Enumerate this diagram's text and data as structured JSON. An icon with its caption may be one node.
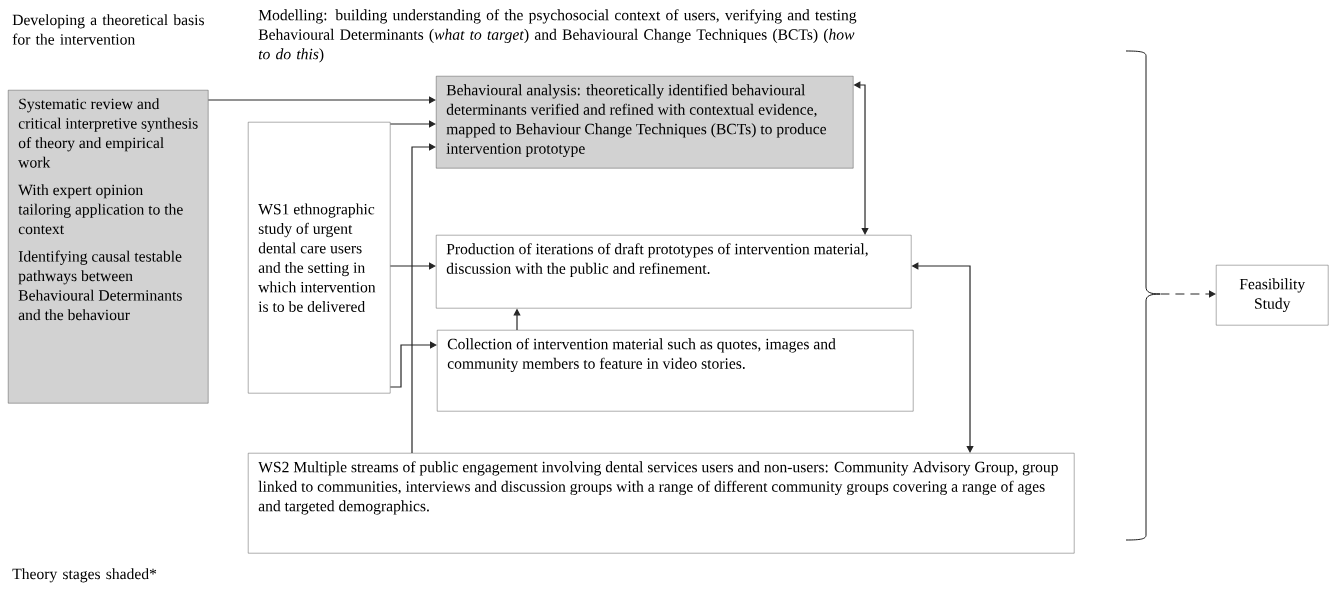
{
  "diagram": {
    "nodes": [
      {
        "text": [
          "Systematic review and critical interpretive synthesis of theory and empirical work",
          "With expert opinion tailoring application to the context",
          "Identifying causal testable pathways between Behavioural Determinants and the behaviour"
        ]
      },
      {
        "text": [
          "WS1 ethnographic study of urgent dental care users and the setting in which intervention is to be delivered"
        ]
      },
      {
        "text": [
          "Behavioural analysis: theoretically identified behavioural determinants verified and refined with contextual evidence, mapped to Behaviour Change Techniques (BCTs) to produce intervention prototype"
        ]
      },
      {
        "text": [
          "Production of iterations of draft prototypes of intervention material, discussion with the public and refinement."
        ]
      },
      {
        "text": [
          "Collection of intervention material such as quotes, images and community members to feature in video stories."
        ]
      },
      {
        "text": [
          "WS2 Multiple streams of public engagement involving dental services users and non-users: Community Advisory Group, group linked to communities, interviews and discussion groups with a range of different community groups covering a range of ages and targeted demographics."
        ]
      },
      {
        "text": [
          "Feasibility Study"
        ]
      },
      {
        "text": [],
        "shape": "brace"
      }
    ],
    "edges": [
      {
        "from": 0,
        "to": 2,
        "arrow": "to"
      },
      {
        "from": 1,
        "to": 2,
        "arrow": "to"
      },
      {
        "from": 5,
        "to": 2,
        "arrow": "to"
      },
      {
        "from": 2,
        "to": 3,
        "arrow": "both"
      },
      {
        "from": 1,
        "to": 3,
        "arrow": "to"
      },
      {
        "from": 1,
        "to": 4,
        "arrow": "to"
      },
      {
        "from": 4,
        "to": 3,
        "arrow": "to"
      },
      {
        "from": 3,
        "to": 5,
        "arrow": "both"
      },
      {
        "from": 7,
        "to": 6,
        "arrow": "to",
        "style": "dashed"
      }
    ],
    "labels": [
      "Developing a theoretical basis for the intervention",
      "Modelling: building understanding of the psychosocial context of users, verifying and testing Behavioural Determinants (*what to target*) and Behavioural Change Techniques (BCTs) (*how to do this*)",
      "Theory stages shaded*"
    ]
  }
}
